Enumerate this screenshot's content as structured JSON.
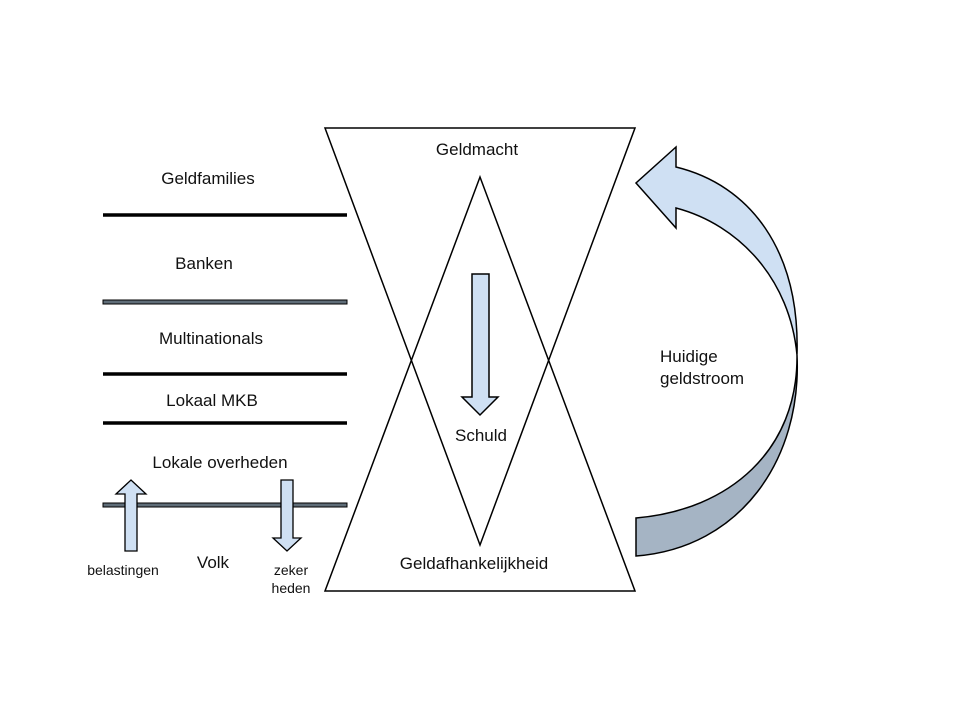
{
  "colors": {
    "stroke": "#000000",
    "arrow_fill_light": "#cfe0f3",
    "arrow_fill_dark": "#a5b4c4",
    "line_gray": "#5f6d78",
    "background": "#ffffff"
  },
  "layers": {
    "items": [
      {
        "label": "Geldfamilies",
        "line_style": "black"
      },
      {
        "label": "Banken",
        "line_style": "gray"
      },
      {
        "label": "Multinationals",
        "line_style": "black"
      },
      {
        "label": "Lokaal MKB",
        "line_style": "black"
      },
      {
        "label": "Lokale overheden",
        "line_style": "gray"
      }
    ],
    "bottom_label": "Volk",
    "arrow_up_label": "belastingen",
    "arrow_down_label_line1": "zeker",
    "arrow_down_label_line2": "heden"
  },
  "hourglass": {
    "top_label": "Geldmacht",
    "bottom_label": "Geldafhankelijkheid",
    "center_label": "Schuld"
  },
  "flow": {
    "label_line1": "Huidige",
    "label_line2": "geldstroom"
  }
}
